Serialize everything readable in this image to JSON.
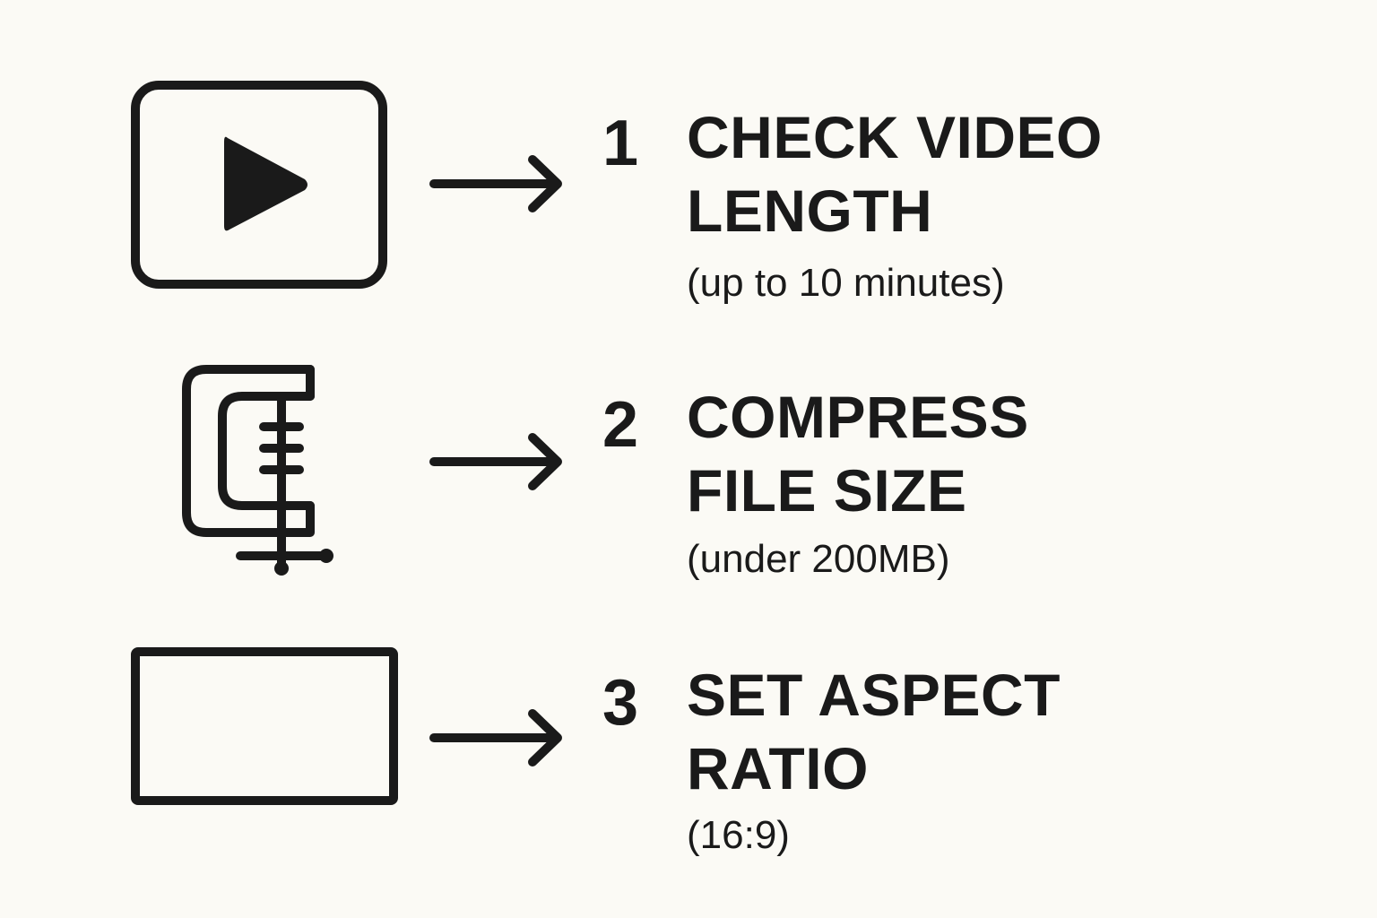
{
  "steps": [
    {
      "number": "1",
      "title_line1": "CHECK VIDEO",
      "title_line2": "LENGTH",
      "subtitle": "(up to 10 minutes)",
      "icon": "video-play-icon"
    },
    {
      "number": "2",
      "title_line1": "COMPRESS",
      "title_line2": "FILE SIZE",
      "subtitle": "(under 200MB)",
      "icon": "clamp-icon"
    },
    {
      "number": "3",
      "title_line1": "SET ASPECT",
      "title_line2": "RATIO",
      "subtitle": "(16:9)",
      "icon": "widescreen-frame-icon"
    }
  ],
  "arrow_icon": "right-arrow-icon",
  "colors": {
    "background": "#fbfaf5",
    "ink": "#1a1a1a"
  }
}
